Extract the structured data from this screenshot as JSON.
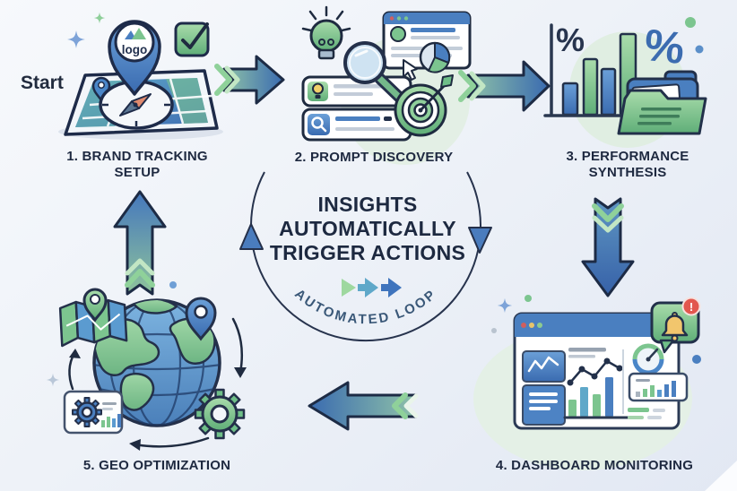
{
  "start_label": "Start",
  "steps": [
    {
      "label": "1. BRAND TRACKING SETUP"
    },
    {
      "label": "2. PROMPT DISCOVERY"
    },
    {
      "label": "3. PERFORMANCE SYNTHESIS"
    },
    {
      "label": "4. DASHBOARD MONITORING"
    },
    {
      "label": "5. GEO OPTIMIZATION"
    }
  ],
  "center": {
    "headline": "INSIGHTS AUTOMATICALLY TRIGGER ACTIONS",
    "loop_label": "AUTOMATED LOOP"
  },
  "step1": {
    "logo_text": "logo"
  },
  "step3": {
    "percent_left": "%",
    "percent_right": "%"
  },
  "step4": {
    "alert_text": "!"
  },
  "colors": {
    "accent_blue": "#4a7fc0",
    "accent_green": "#7cc58f",
    "navy_outline": "#22304a",
    "alert_red": "#e2574e",
    "bell_yellow": "#f2c66d",
    "loop_text": "#3a5878"
  }
}
